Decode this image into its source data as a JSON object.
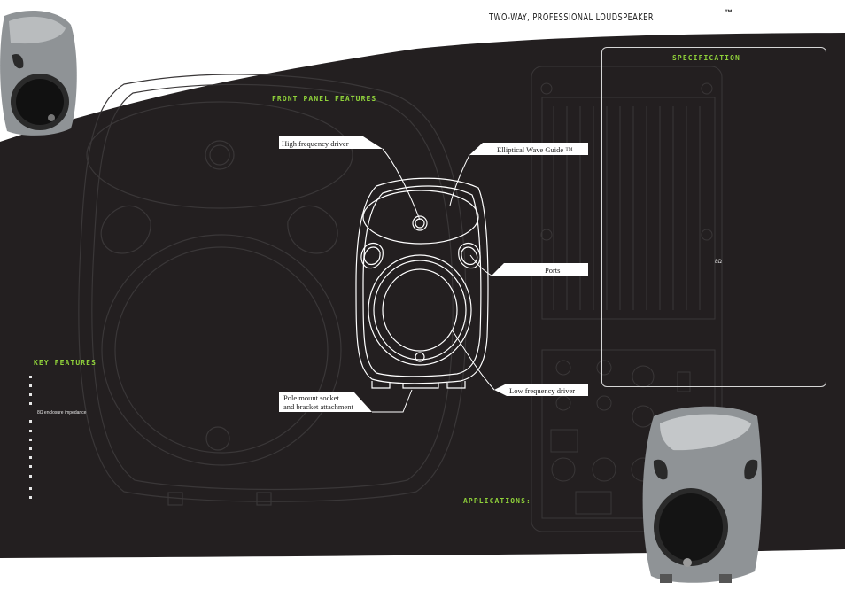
{
  "header": {
    "title": "TWO-WAY, PROFESSIONAL LOUDSPEAKER",
    "trademark": "™"
  },
  "sections": {
    "front_panel": "FRONT PANEL FEATURES",
    "specification": "SPECIFICATION",
    "key_features": "KEY FEATURES",
    "applications": "APPLICATIONS:"
  },
  "callouts": {
    "high_freq": "High frequency driver",
    "wave_guide": "Elliptical Wave Guide ™",
    "ports": "Ports",
    "pole_line1": "Pole mount socket",
    "pole_line2": "and bracket attachment",
    "low_freq": "Low frequency driver"
  },
  "spec": {
    "impedance": "8Ω"
  },
  "key_features": [
    "",
    "",
    "",
    "",
    "8Ω enclosure impedance",
    "",
    "",
    "",
    "",
    "",
    "",
    "",
    "",
    ""
  ],
  "colors": {
    "background": "#231f20",
    "accent": "#8fd13a",
    "text_dark": "#1a1a1a",
    "line": "#ffffff"
  }
}
